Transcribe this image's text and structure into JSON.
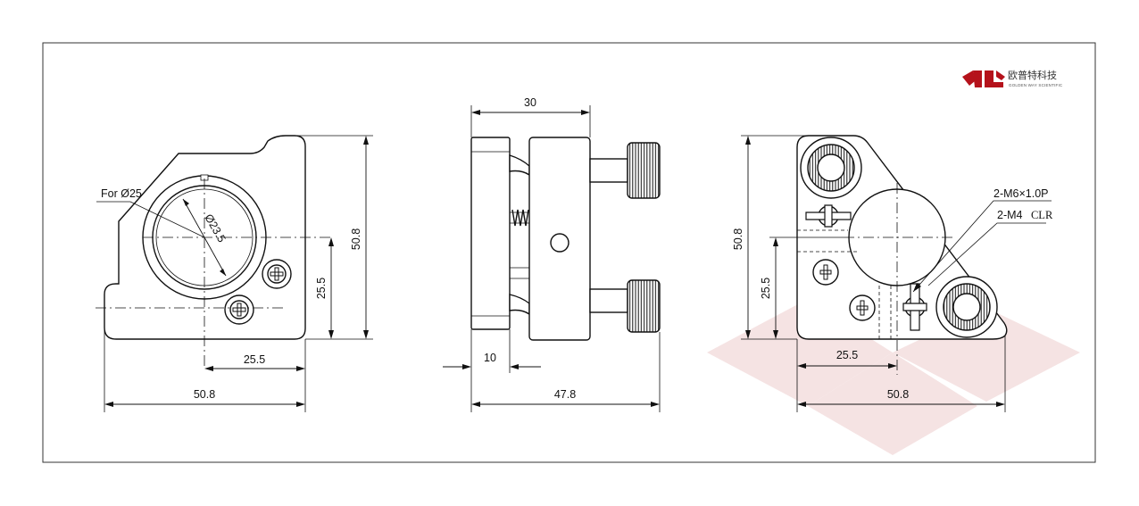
{
  "brand": {
    "name_cn": "欧普特科技",
    "name_en": "GOLDEN WAY SCIENTIFIC",
    "color": "#b5121b",
    "watermark_color": "#f5e3e3"
  },
  "front_view": {
    "note_optic": "For Ø25",
    "dim_aperture": "Ø23.5",
    "dim_height_total": "50.8",
    "dim_height_center": "25.5",
    "dim_width_center": "25.5",
    "dim_width_total": "50.8"
  },
  "side_view": {
    "dim_body": "30",
    "dim_plate": "10",
    "dim_total": "47.8"
  },
  "rear_view": {
    "note_thread": "2-M6×1.0P",
    "note_clearance_prefix": "2-M4",
    "note_clearance_suffix": "CLR",
    "dim_height_total": "50.8",
    "dim_height_center": "25.5",
    "dim_width_center": "25.5",
    "dim_width_total": "50.8"
  }
}
